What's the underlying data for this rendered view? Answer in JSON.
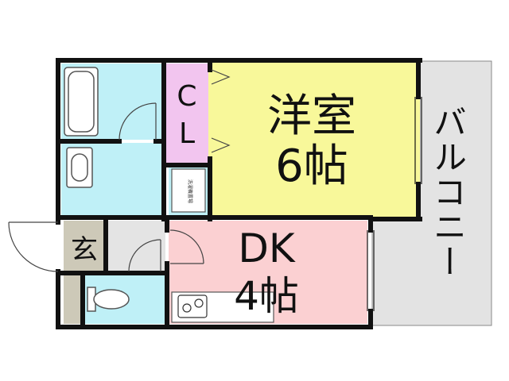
{
  "rooms": {
    "western": {
      "name": "洋室",
      "size": "6帖",
      "color": "#f8f89a"
    },
    "dk": {
      "name": "DK",
      "size": "4帖",
      "color": "#fbd0d2"
    },
    "closet": {
      "label_c": "C",
      "label_l": "L",
      "color": "#f2c5ef"
    },
    "entrance": {
      "label": "玄",
      "color": "#cdc9b8"
    },
    "balcony": {
      "label": "バルコニー",
      "color": "#e3e3e3"
    },
    "wet_area": {
      "color": "#bff0f7"
    },
    "hall": {
      "color": "#e4e4e4"
    },
    "washer": {
      "label": "洗濯機置場"
    }
  },
  "colors": {
    "wall": "#111111",
    "fixture_stroke": "#555555"
  }
}
